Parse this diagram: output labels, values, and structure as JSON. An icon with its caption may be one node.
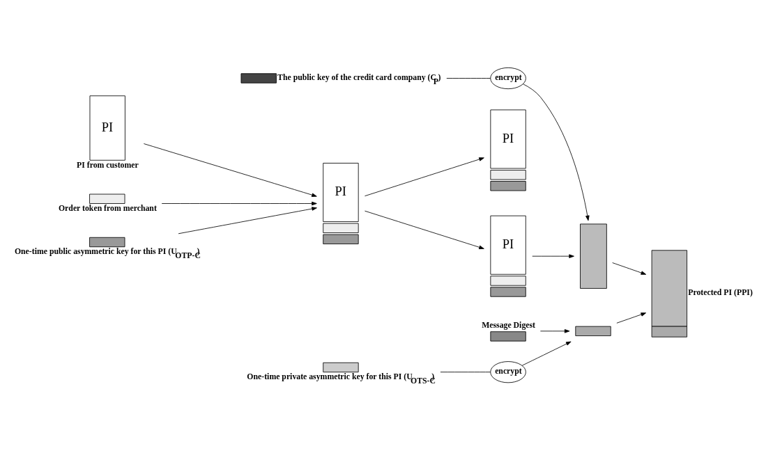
{
  "diagram": {
    "nodes": [
      {
        "text": [
          "PI"
        ],
        "beside": [
          "PI from customer"
        ]
      },
      {
        "text": [],
        "shape": "bar",
        "beside": [
          "Order token from merchant"
        ]
      },
      {
        "text": [],
        "shape": "bar",
        "beside": [
          "One-time public asymmetric key for this PI (U$_{OTP-C}$)"
        ]
      },
      {
        "text": [
          "PI"
        ]
      },
      {
        "text": [
          "PI"
        ]
      },
      {
        "text": [
          "PI"
        ]
      },
      {
        "text": [],
        "shape": "bar",
        "beside": [
          "The public key of the credit card company (C$_{P}$)"
        ]
      },
      {
        "text": [
          "encrypt"
        ]
      },
      {
        "text": [],
        "shape": "box"
      },
      {
        "text": [],
        "shape": "box",
        "beside": [
          "Protected PI (PPI)"
        ]
      },
      {
        "text": [],
        "shape": "bar",
        "beside": [
          "Message Digest"
        ]
      },
      {
        "text": [],
        "shape": "bar"
      },
      {
        "text": [
          "encrypt"
        ]
      },
      {
        "text": [],
        "shape": "bar",
        "beside": [
          "One-time private asymmetric key for this PI (U$_{OTS-C}$)"
        ]
      }
    ],
    "edges": [
      {
        "from": 0,
        "to": 3,
        "arrow": "to"
      },
      {
        "from": 1,
        "to": 3,
        "arrow": "to"
      },
      {
        "from": 2,
        "to": 3,
        "arrow": "to"
      },
      {
        "from": 3,
        "to": 4,
        "arrow": "to"
      },
      {
        "from": 3,
        "to": 5,
        "arrow": "to"
      },
      {
        "from": 6,
        "to": 7,
        "arrow": "none"
      },
      {
        "from": 7,
        "to": 8,
        "arrow": "to"
      },
      {
        "from": 4,
        "to": 8,
        "arrow": "to"
      },
      {
        "from": 8,
        "to": 9,
        "arrow": "to"
      },
      {
        "from": 10,
        "to": 11,
        "arrow": "to"
      },
      {
        "from": 13,
        "to": 12,
        "arrow": "none"
      },
      {
        "from": 12,
        "to": 11,
        "arrow": "to"
      },
      {
        "from": 11,
        "to": 9,
        "arrow": "to"
      }
    ]
  }
}
